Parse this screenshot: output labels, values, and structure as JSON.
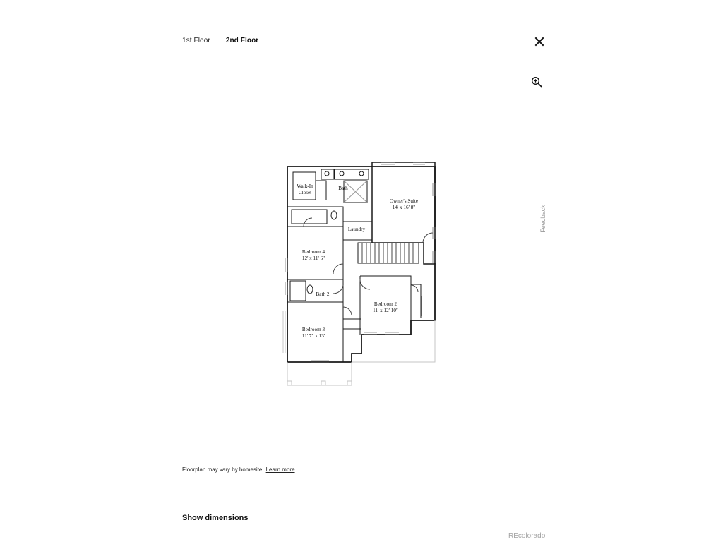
{
  "tabs": [
    {
      "label": "1st Floor",
      "active": false
    },
    {
      "label": "2nd Floor",
      "active": true
    }
  ],
  "icons": {
    "close": "close-icon",
    "zoom": "zoom-in-icon"
  },
  "floorplan": {
    "rooms": {
      "walkin_line1": "Walk-In",
      "walkin_line2": "Closet",
      "bath": "Bath",
      "owners_name": "Owner's Suite",
      "owners_dims": "14' x 16' 8\"",
      "laundry": "Laundry",
      "bedroom4_name": "Bedroom 4",
      "bedroom4_dims": "12' x 11' 6\"",
      "bath2": "Bath 2",
      "bedroom2_name": "Bedroom 2",
      "bedroom2_dims": "11' x 12' 10\"",
      "bedroom3_name": "Bedroom 3",
      "bedroom3_dims": "11' 7\" x 13'"
    }
  },
  "feedback_label": "Feedback",
  "disclaimer": {
    "text": "Floorplan may vary by homesite.",
    "link": "Learn more"
  },
  "show_dimensions": "Show dimensions",
  "brand": "REcolorado"
}
